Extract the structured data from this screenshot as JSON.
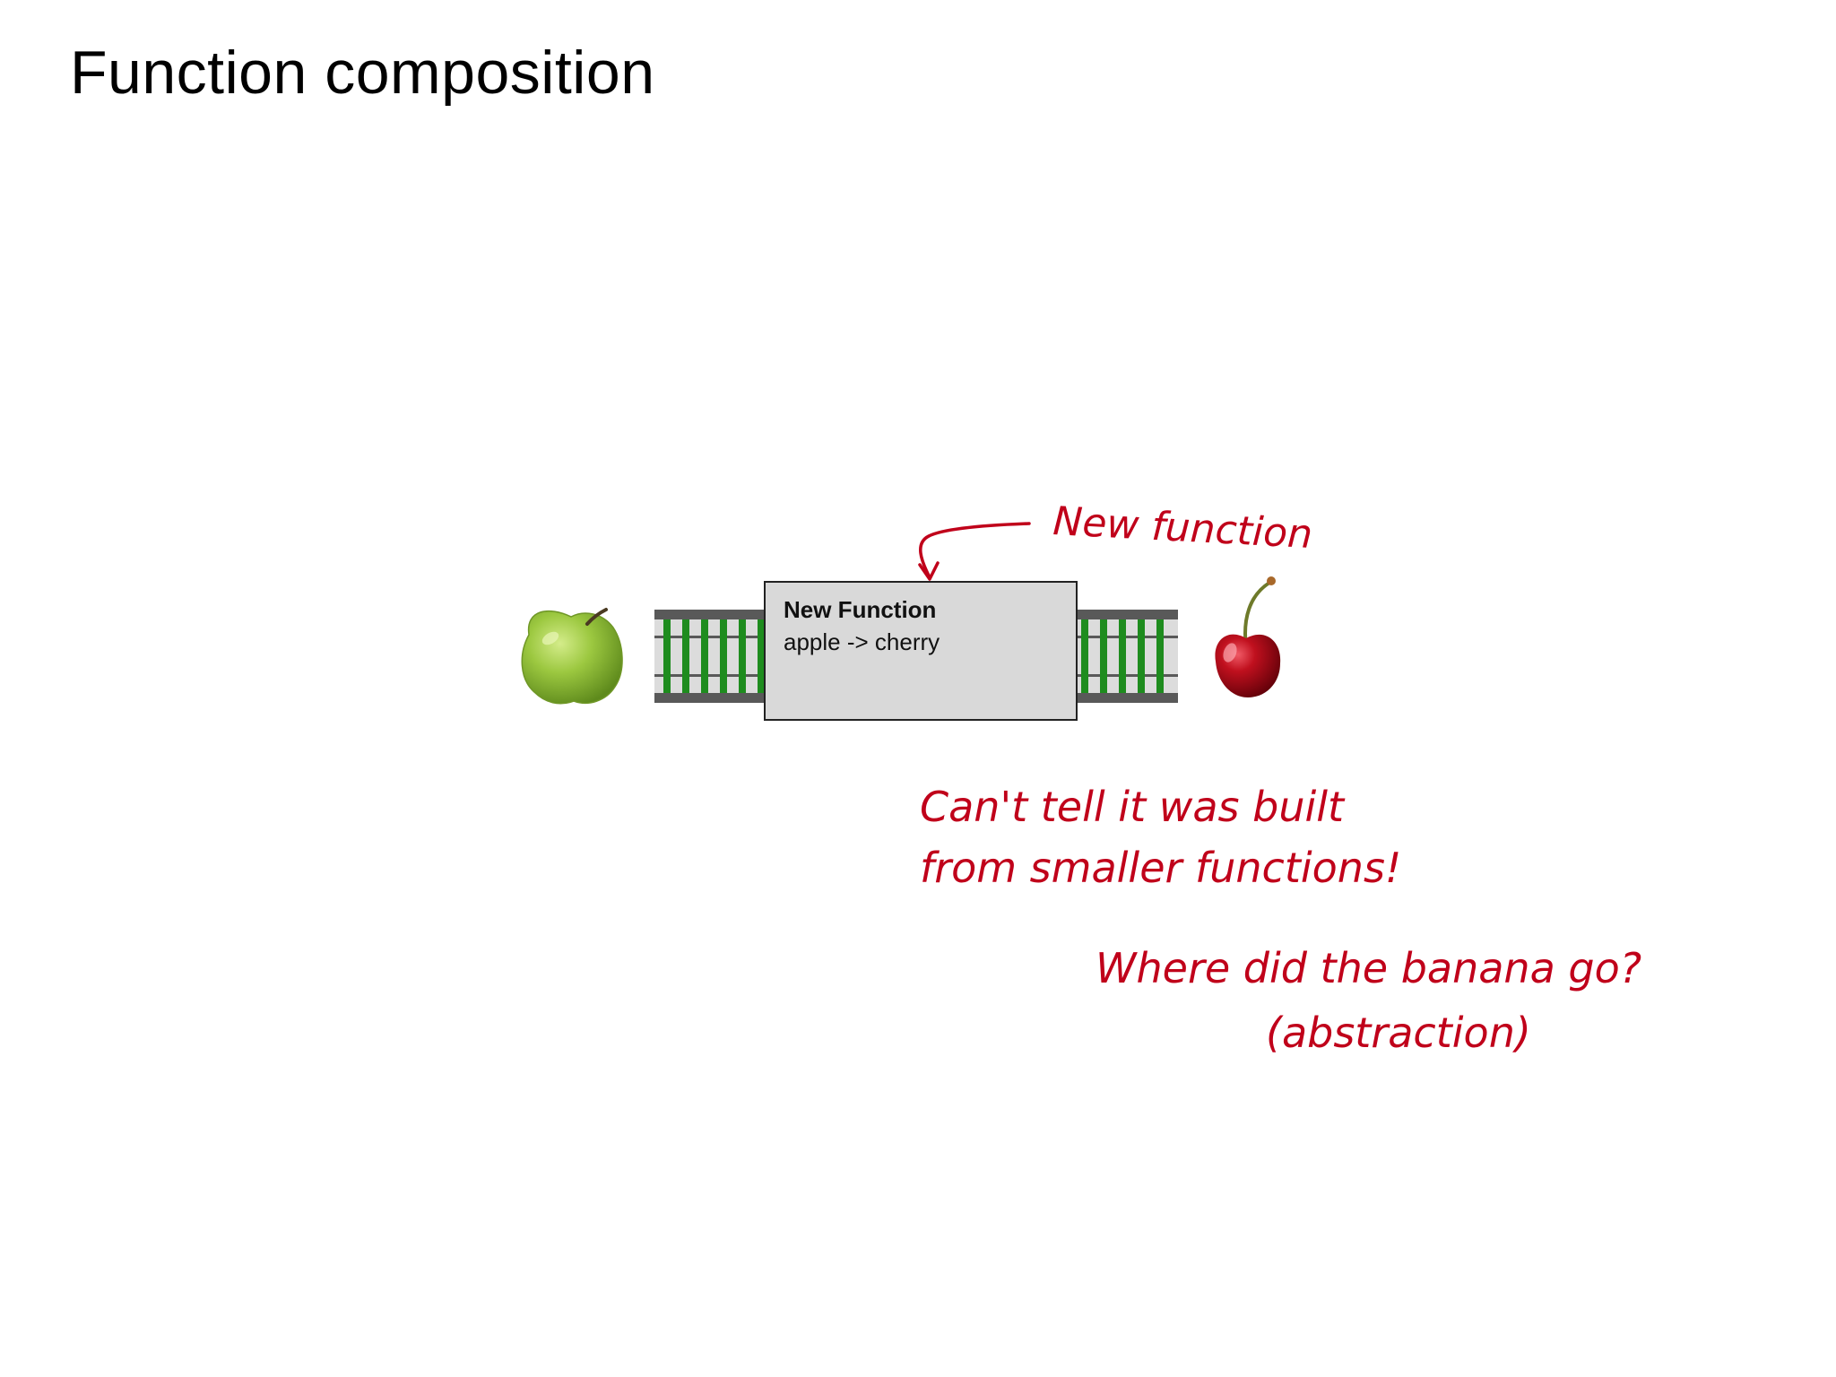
{
  "slide": {
    "title": "Function composition"
  },
  "function_box": {
    "name": "New Function",
    "signature": "apple -> cherry"
  },
  "annotations": {
    "new_function_label": "New function",
    "cant_tell_line1": "Can't tell it was built",
    "cant_tell_line2": "from smaller functions!",
    "banana_line1": "Where did the banana go?",
    "banana_line2": "(abstraction)"
  },
  "colors": {
    "annotation": "#c0001a",
    "track_rail": "#595959",
    "track_bed": "#dcdcdc",
    "track_tie": "#1e8c1e",
    "box_fill": "#d9d9d9",
    "apple": "#8fbc3a",
    "cherry": "#b0081a"
  },
  "icons": {
    "input": "apple-icon",
    "output": "cherry-icon"
  }
}
